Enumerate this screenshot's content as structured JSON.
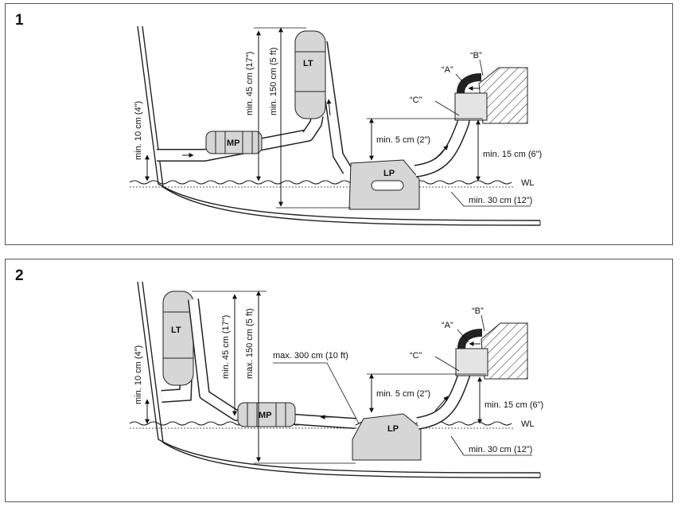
{
  "panels": [
    {
      "number": "1",
      "labels": {
        "lt": "LT",
        "mp": "MP",
        "lp": "LP",
        "min45": "min. 45 cm (17\")",
        "min150": "min. 150 cm (5 ft)",
        "min10": "min. 10 cm (4\")",
        "min5": "min. 5 cm (2\")",
        "min15": "min. 15 cm (6\")",
        "min30": "min. 30 cm (12\")",
        "a": "“A”",
        "b": "“B”",
        "c": "“C”",
        "wl": "WL"
      }
    },
    {
      "number": "2",
      "labels": {
        "lt": "LT",
        "mp": "MP",
        "lp": "LP",
        "min45": "min. 45 cm (17\")",
        "max150": "max. 150 cm (5 ft)",
        "max300": "max. 300 cm (10 ft)",
        "min10": "min. 10 cm (4\")",
        "min5": "min. 5 cm (2\")",
        "min15": "min. 15 cm (6\")",
        "min30": "min. 30 cm (12\")",
        "a": "“A”",
        "b": "“B”",
        "c": "“C”",
        "wl": "WL"
      }
    }
  ]
}
